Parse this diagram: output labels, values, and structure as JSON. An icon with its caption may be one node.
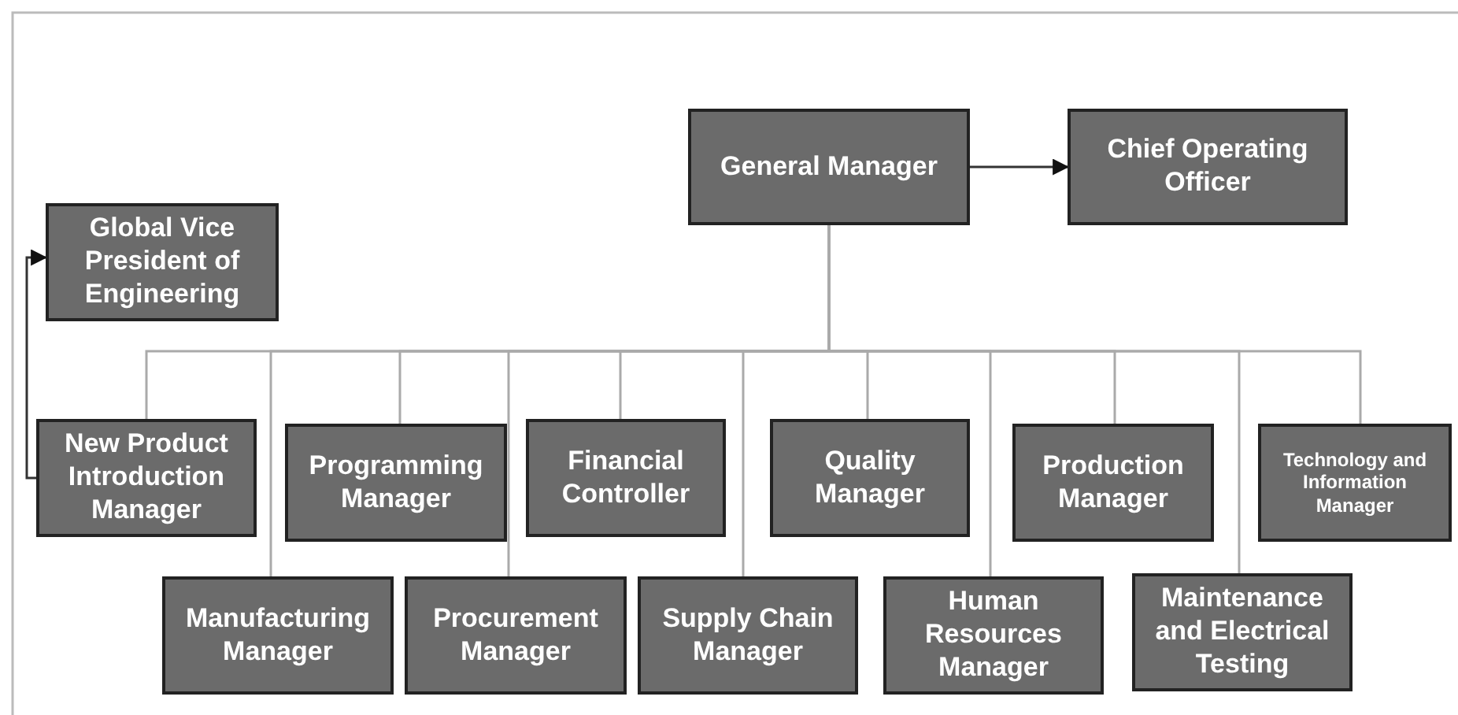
{
  "diagram": {
    "nodes": [
      {
        "text": [
          "General Manager"
        ]
      },
      {
        "text": [
          "Chief Operating Officer"
        ]
      },
      {
        "text": [
          "Global Vice President of Engineering"
        ]
      },
      {
        "text": [
          "New Product Introduction Manager"
        ]
      },
      {
        "text": [
          "Programming Manager"
        ]
      },
      {
        "text": [
          "Financial Controller"
        ]
      },
      {
        "text": [
          "Quality Manager"
        ]
      },
      {
        "text": [
          "Production Manager"
        ]
      },
      {
        "text": [
          "Technology and Information Manager"
        ]
      },
      {
        "text": [
          "Manufacturing Manager"
        ]
      },
      {
        "text": [
          "Procurement Manager"
        ]
      },
      {
        "text": [
          "Supply Chain Manager"
        ]
      },
      {
        "text": [
          "Human Resources Manager"
        ]
      },
      {
        "text": [
          "Maintenance and Electrical Testing"
        ]
      }
    ],
    "edges": [
      {
        "from": 0,
        "to": 1,
        "arrow": "to",
        "color": "#333333"
      },
      {
        "from": 3,
        "to": 2,
        "arrow": "to",
        "color": "#333333"
      },
      {
        "from": 0,
        "to": 3,
        "arrow": "none"
      },
      {
        "from": 0,
        "to": 9,
        "arrow": "none"
      },
      {
        "from": 0,
        "to": 4,
        "arrow": "none"
      },
      {
        "from": 0,
        "to": 10,
        "arrow": "none"
      },
      {
        "from": 0,
        "to": 5,
        "arrow": "none"
      },
      {
        "from": 0,
        "to": 11,
        "arrow": "none"
      },
      {
        "from": 0,
        "to": 6,
        "arrow": "none"
      },
      {
        "from": 0,
        "to": 12,
        "arrow": "none"
      },
      {
        "from": 0,
        "to": 7,
        "arrow": "none"
      },
      {
        "from": 0,
        "to": 13,
        "arrow": "none"
      },
      {
        "from": 0,
        "to": 8,
        "arrow": "none"
      }
    ]
  }
}
